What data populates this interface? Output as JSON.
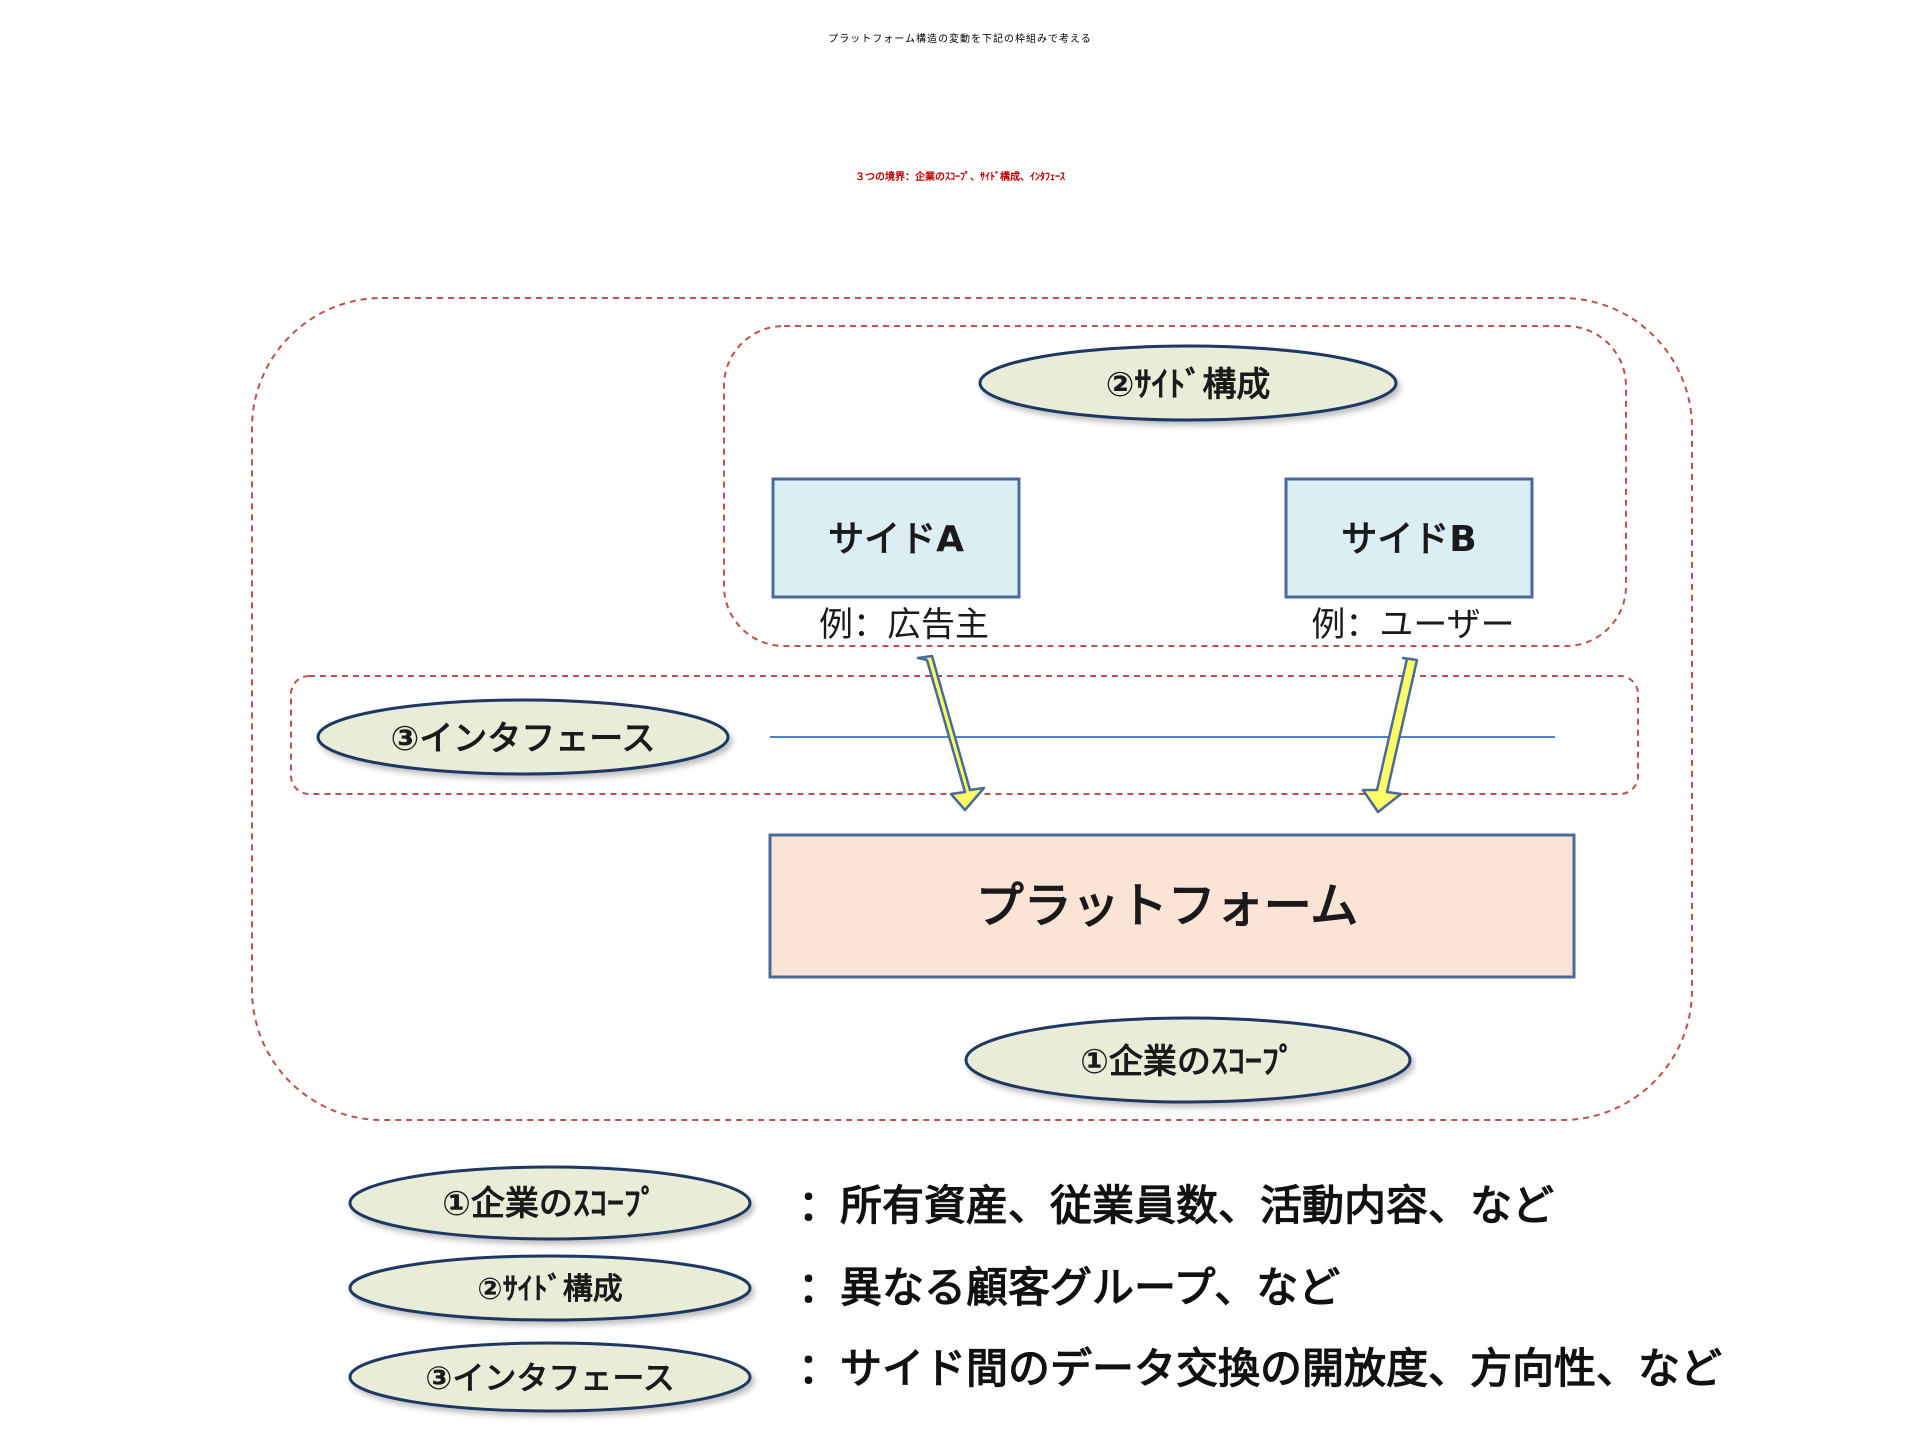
{
  "title": "プラットフォーム構造の変動を下記の枠組みで考える",
  "subtitle": "３つの境界：企業のｽｺｰﾌﾟ、ｻｲﾄﾞ構成、ｲﾝﾀﾌｪｰｽ",
  "colors": {
    "subtitle": "#c00000",
    "dashed_border": "#c0504d",
    "ellipse_fill": "#e9ecd6",
    "ellipse_stroke": "#1f3864",
    "side_box_fill": "#dbeef4",
    "side_box_stroke": "#4a6b99",
    "platform_fill": "#fbe3d6",
    "platform_stroke": "#4a6b99",
    "arrow_fill": "#ffff66",
    "arrow_stroke": "#4a6b99",
    "interface_line": "#4f81bd"
  },
  "diagram": {
    "side_label": "②ｻｲﾄﾞ構成",
    "side_a": {
      "label": "サイドA",
      "example": "例：広告主"
    },
    "side_b": {
      "label": "サイドB",
      "example": "例：ユーザー"
    },
    "interface_label": "③インタフェース",
    "platform_label": "プラットフォーム",
    "scope_label": "①企業のｽｺｰﾌﾟ"
  },
  "legend": [
    {
      "label": "①企業のｽｺｰﾌﾟ",
      "description": "：所有資産、従業員数、活動内容、など"
    },
    {
      "label": "②ｻｲﾄﾞ構成",
      "description": "：異なる顧客グループ、など"
    },
    {
      "label": "③インタフェース",
      "description": "：サイド間のデータ交換の開放度、方向性、など"
    }
  ]
}
